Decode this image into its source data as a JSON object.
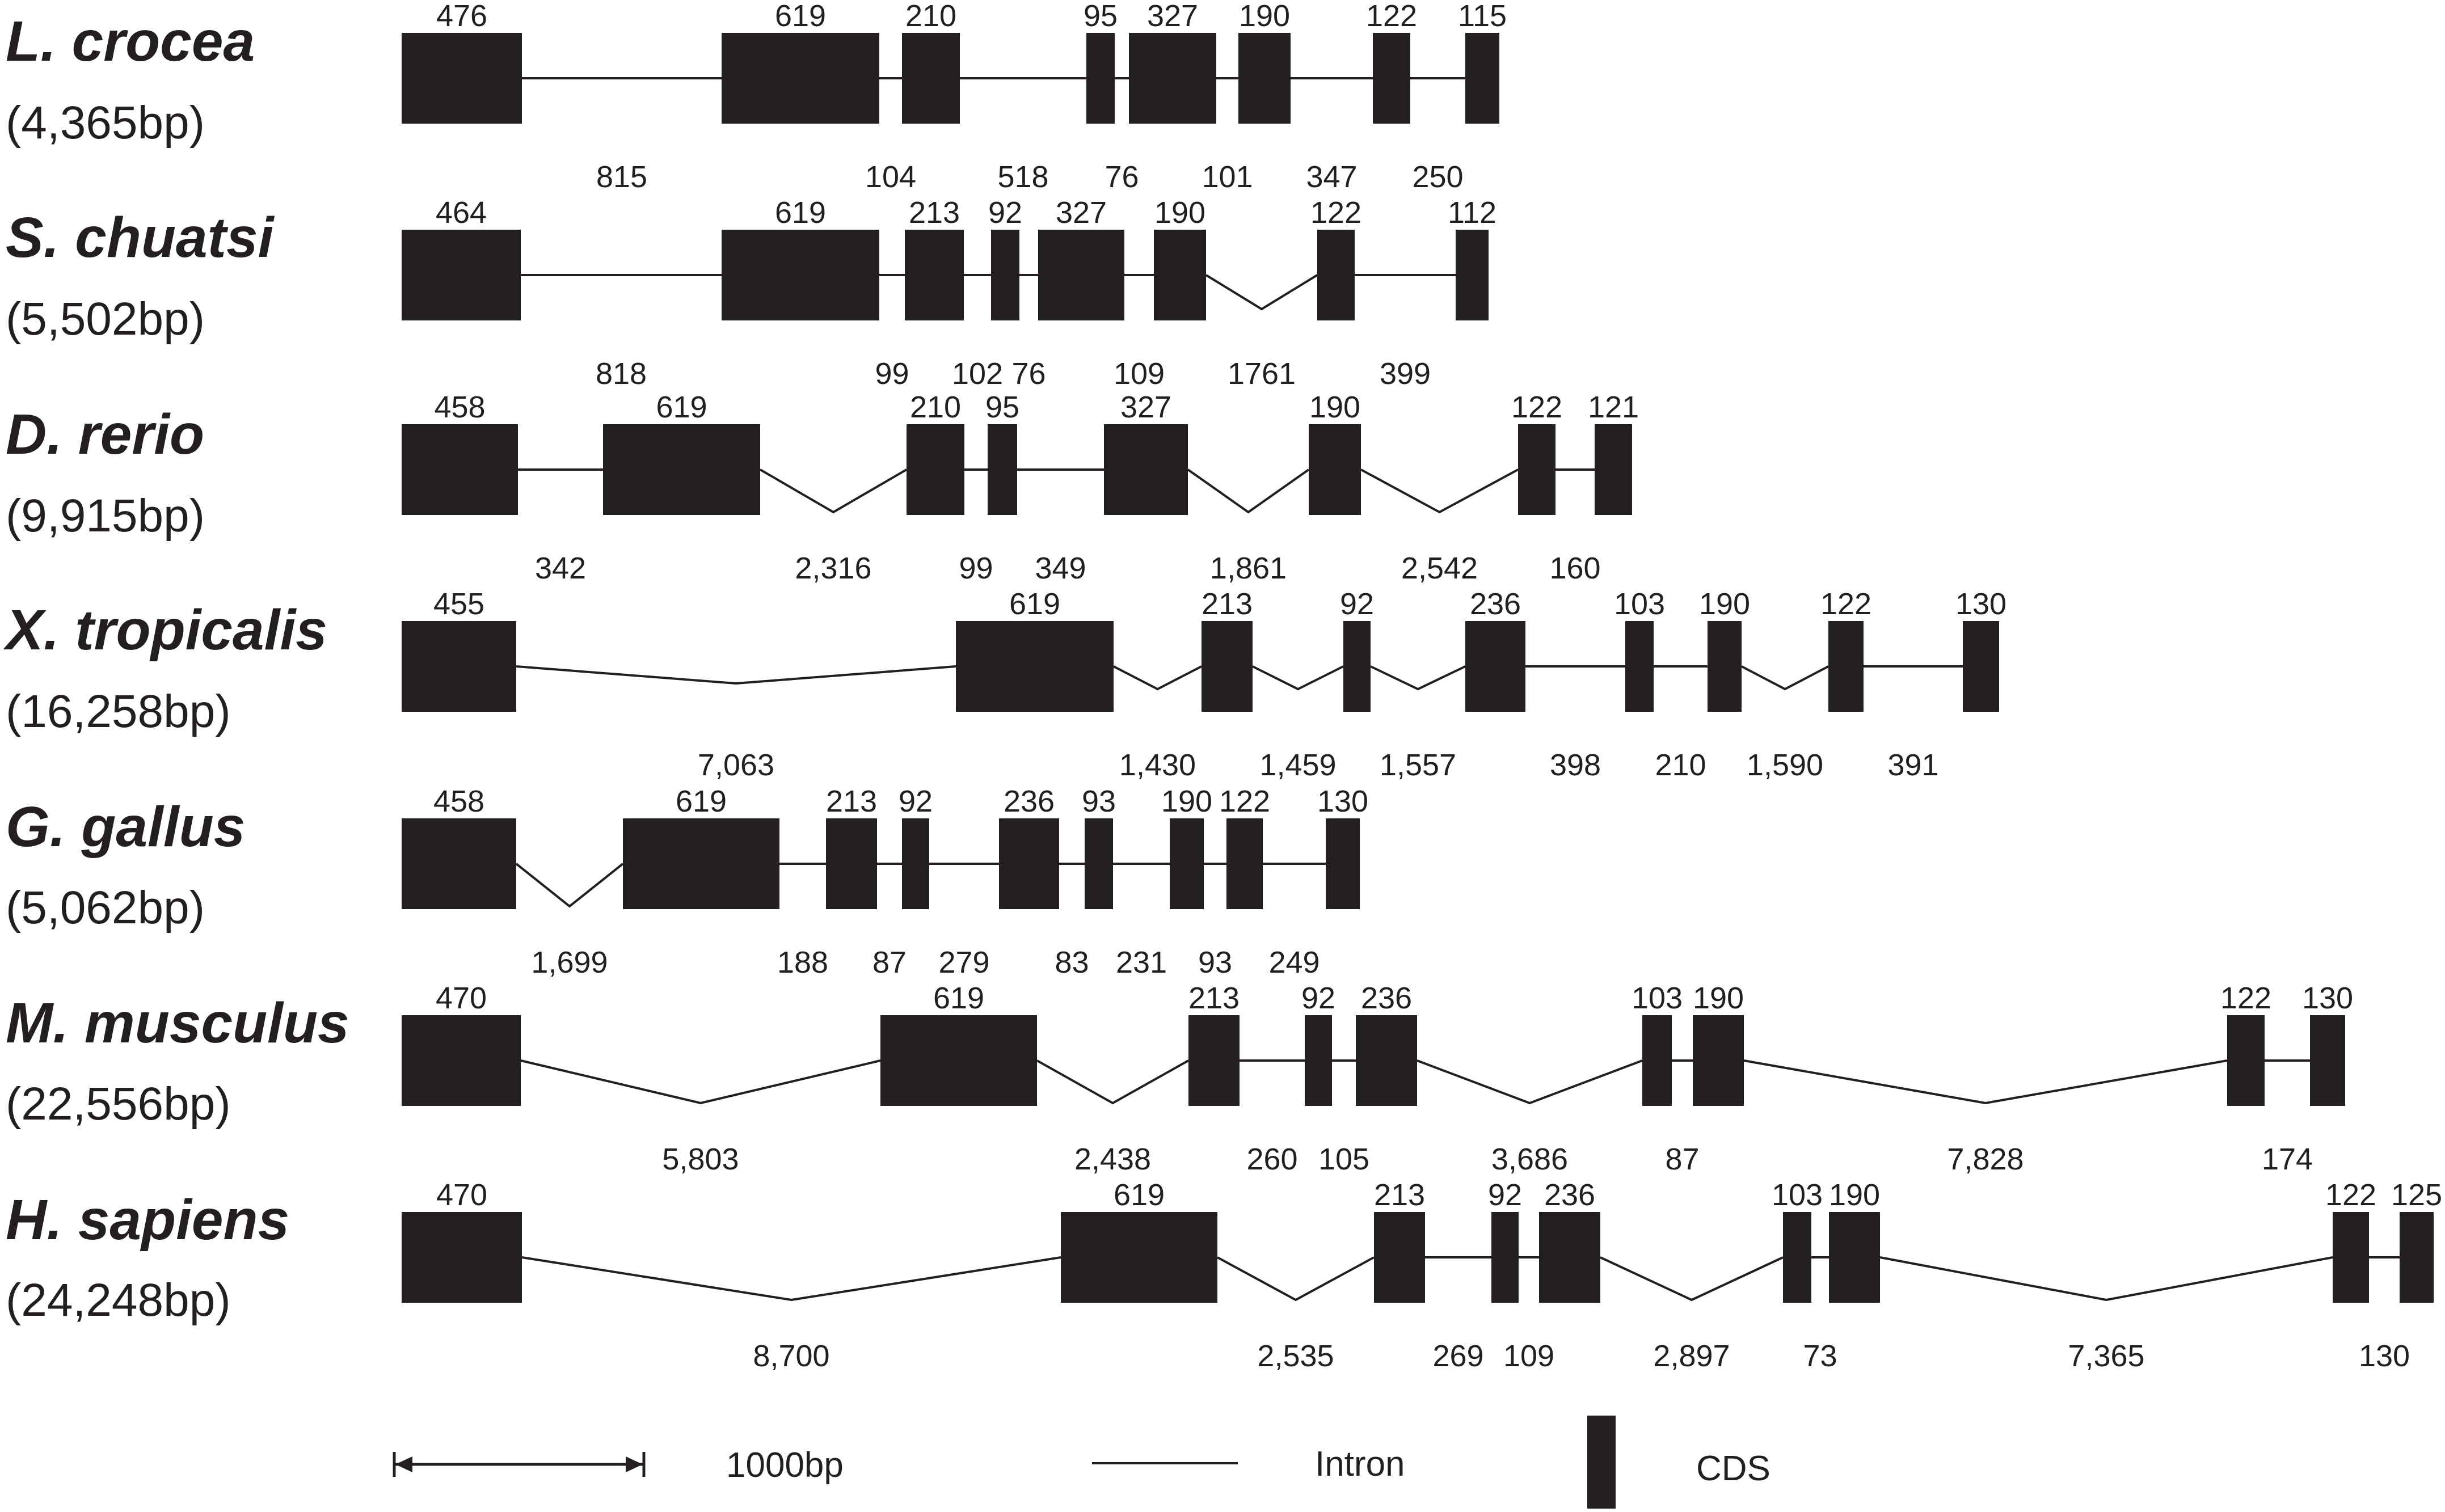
{
  "colors": {
    "ink": "#231f20",
    "background": "#ffffff"
  },
  "genes": [
    {
      "name": "L. crocea",
      "length": "(4,365bp)",
      "exons": [
        "476",
        "619",
        "210",
        "95",
        "327",
        "190",
        "122",
        "115"
      ],
      "introns": [
        "815",
        "104",
        "518",
        "76",
        "101",
        "347",
        "250"
      ]
    },
    {
      "name": "S. chuatsi",
      "length": "(5,502bp)",
      "exons": [
        "464",
        "619",
        "213",
        "92",
        "327",
        "190",
        "122",
        "112"
      ],
      "introns": [
        "818",
        "99",
        "102",
        "76",
        "109",
        "1761",
        "399"
      ]
    },
    {
      "name": "D. rerio",
      "length": "(9,915bp)",
      "exons": [
        "458",
        "619",
        "210",
        "95",
        "327",
        "190",
        "122",
        "121"
      ],
      "introns": [
        "342",
        "2,316",
        "99",
        "349",
        "1,861",
        "2,542",
        "160"
      ]
    },
    {
      "name": "X. tropicalis",
      "length": "(16,258bp)",
      "exons": [
        "455",
        "619",
        "213",
        "92",
        "236",
        "103",
        "190",
        "122",
        "130"
      ],
      "introns": [
        "7,063",
        "1,430",
        "1,459",
        "1,557",
        "398",
        "210",
        "1,590",
        "391"
      ]
    },
    {
      "name": "G. gallus",
      "length": "(5,062bp)",
      "exons": [
        "458",
        "619",
        "213",
        "92",
        "236",
        "93",
        "190",
        "122",
        "130"
      ],
      "introns": [
        "1,699",
        "188",
        "87",
        "279",
        "83",
        "231",
        "93",
        "249"
      ]
    },
    {
      "name": "M. musculus",
      "length": "(22,556bp)",
      "exons": [
        "470",
        "619",
        "213",
        "92",
        "236",
        "103",
        "190",
        "122",
        "130"
      ],
      "introns": [
        "5,803",
        "2,438",
        "260",
        "105",
        "3,686",
        "87",
        "7,828",
        "174"
      ]
    },
    {
      "name": "H. sapiens",
      "length": "(24,248bp)",
      "exons": [
        "470",
        "619",
        "213",
        "92",
        "236",
        "103",
        "190",
        "122",
        "125"
      ],
      "introns": [
        "8,700",
        "2,535",
        "269",
        "109",
        "2,897",
        "73",
        "7,365",
        "130"
      ]
    }
  ],
  "legend": {
    "scale_label": "1000bp",
    "intron_label": "Intron",
    "cds_label": "CDS"
  }
}
